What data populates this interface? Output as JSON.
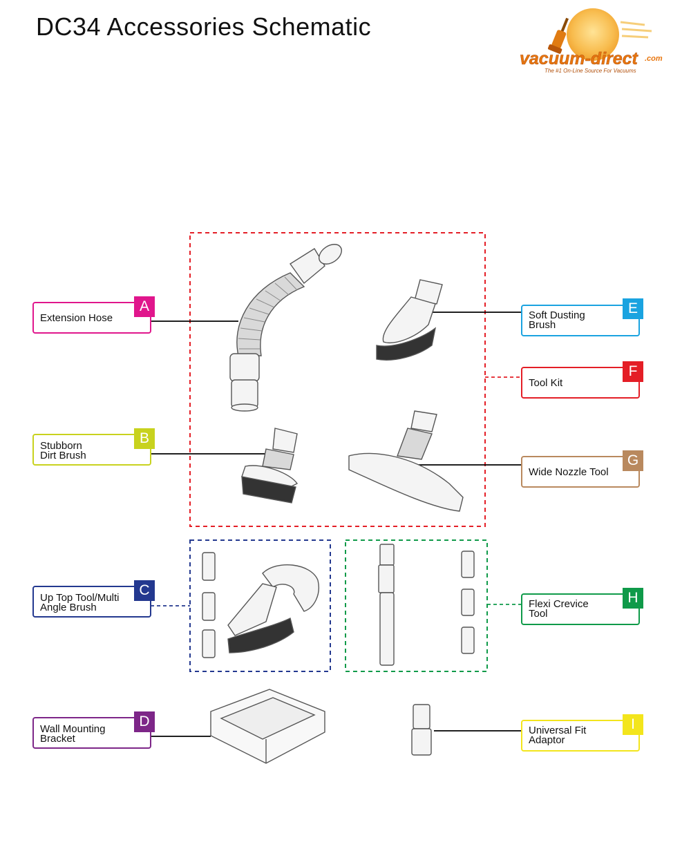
{
  "title": "DC34 Accessories Schematic",
  "logo": {
    "name": "vacuum-direct",
    "domain": ".com",
    "tagline": "The #1 On-Line Source For Vacuums"
  },
  "callouts": [
    {
      "id": "A",
      "label": "Extension Hose",
      "color": "#e0168c"
    },
    {
      "id": "B",
      "label": "Stubborn\nDirt Brush",
      "color": "#c8d21e"
    },
    {
      "id": "C",
      "label": "Up Top Tool/Multi\nAngle Brush",
      "color": "#23388f"
    },
    {
      "id": "D",
      "label": "Wall Mounting\nBracket",
      "color": "#7d2688"
    },
    {
      "id": "E",
      "label": "Soft Dusting\nBrush",
      "color": "#1aa3e0"
    },
    {
      "id": "F",
      "label": "Tool Kit",
      "color": "#e41e26"
    },
    {
      "id": "G",
      "label": "Wide Nozzle Tool",
      "color": "#b9895e"
    },
    {
      "id": "H",
      "label": "Flexi Crevice\nTool",
      "color": "#0f9a49"
    },
    {
      "id": "I",
      "label": "Universal Fit\nAdaptor",
      "color": "#f3e51c"
    }
  ]
}
